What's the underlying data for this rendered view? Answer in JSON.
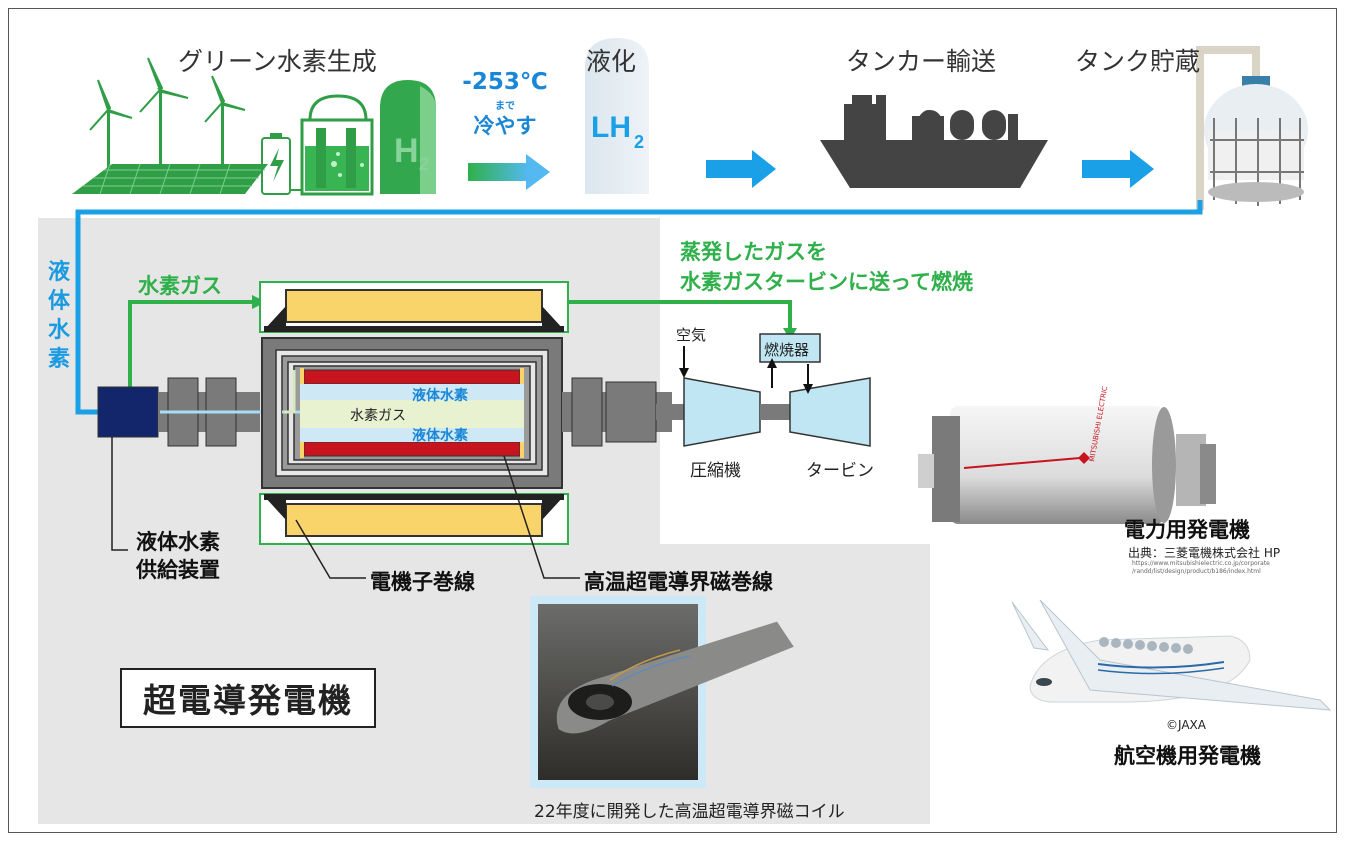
{
  "steps": {
    "green_h2": "グリーン水素生成",
    "liquefy": "液化",
    "tanker": "タンカー輸送",
    "tank": "タンク貯蔵"
  },
  "cooling": {
    "temp": "-253℃",
    "made": "まで",
    "cool": "冷やす"
  },
  "tank_label": {
    "lh": "LH",
    "sub": "2"
  },
  "h2_sign": {
    "h": "H",
    "sub": "2"
  },
  "flow": {
    "liquid_h2_vertical": [
      "液",
      "体",
      "水",
      "素"
    ],
    "h2_gas": "水素ガス",
    "evaporated_line1": "蒸発したガスを",
    "evaporated_line2": "水素ガスタービンに送って燃焼"
  },
  "turbine": {
    "air": "空気",
    "combustor": "燃焼器",
    "compressor": "圧縮機",
    "turbine": "タービン"
  },
  "inner": {
    "liquid_h2_top": "液体水素",
    "h2_gas": "水素ガス",
    "liquid_h2_bottom": "液体水素"
  },
  "callouts": {
    "supply_line1": "液体水素",
    "supply_line2": "供給装置",
    "armature": "電機子巻線",
    "field": "高温超電導界磁巻線"
  },
  "main_title": "超電導発電機",
  "photo_caption": "22年度に開発した高温超電導界磁コイル",
  "power_gen": {
    "title": "電力用発電機",
    "source": "出典：三菱電機株式会社 HP",
    "url_line1": "https://www.mitsubishielectric.co.jp/corporate",
    "url_line2": "/randd/list/design/product/b186/index.html",
    "brand": "MITSUBISHI ELECTRIC"
  },
  "aircraft": {
    "credit": "©JAXA",
    "title": "航空機用発電機"
  },
  "colors": {
    "blue_line": "#1aa0e6",
    "green_line": "#2fb04a",
    "coil_red": "#c8141e",
    "coil_yellow": "#f9d46b",
    "navy": "#13266b"
  }
}
